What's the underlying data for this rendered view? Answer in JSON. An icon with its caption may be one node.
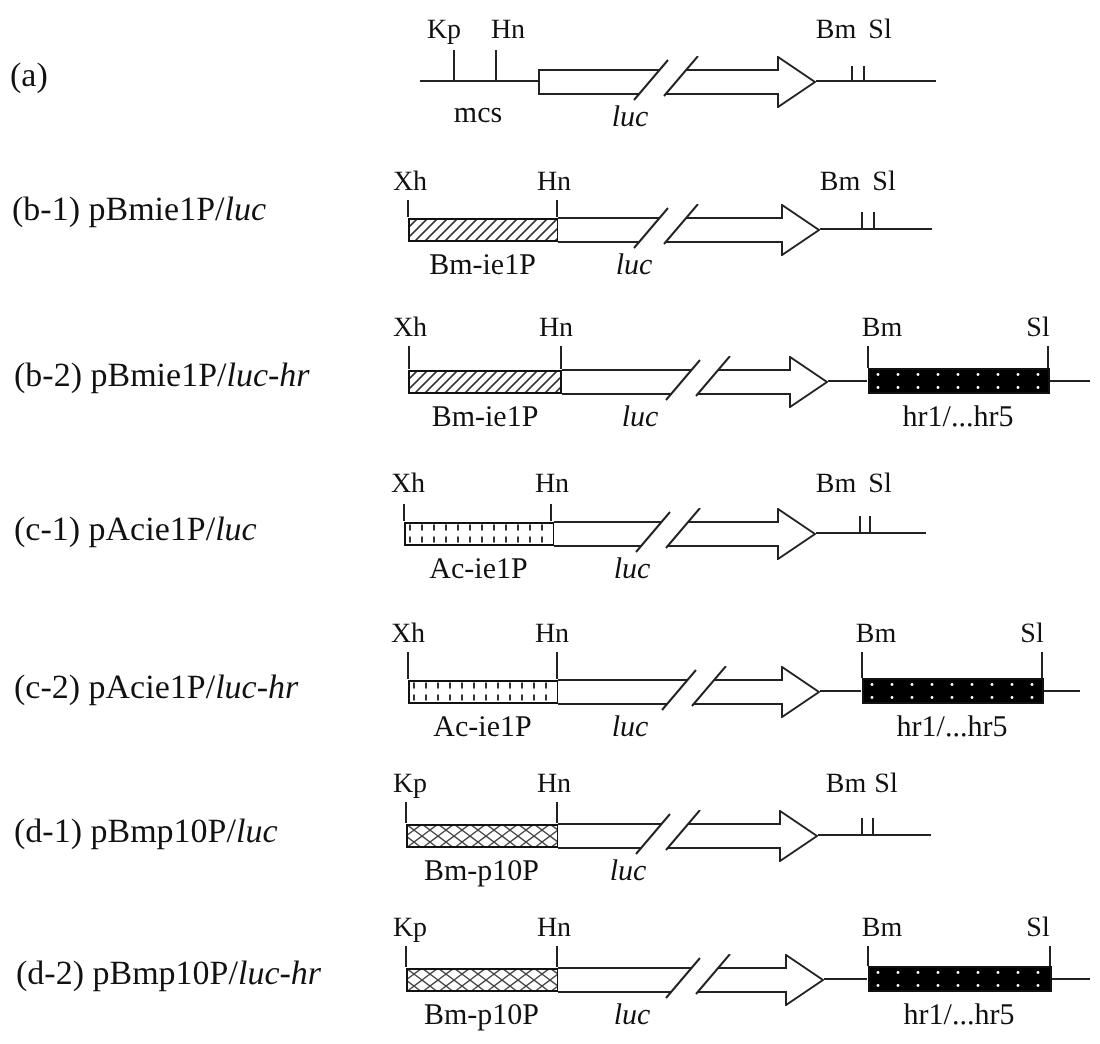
{
  "diagram": {
    "nodes": [
      {
        "text": [],
        "shape": "arrow",
        "beside": [
          "luc"
        ]
      },
      {
        "text": [],
        "shape": "box",
        "beside": [
          "Xh",
          "Hn",
          "Bm-ie1P"
        ]
      },
      {
        "text": [],
        "shape": "arrow",
        "beside": [
          "luc"
        ]
      },
      {
        "text": [],
        "shape": "box",
        "beside": [
          "Xh",
          "Hn",
          "Bm-ie1P"
        ]
      },
      {
        "text": [],
        "shape": "arrow",
        "beside": [
          "luc"
        ]
      },
      {
        "text": [],
        "shape": "box",
        "beside": [
          "Bm",
          "Sl",
          "hr1/...hr5"
        ]
      },
      {
        "text": [],
        "shape": "box",
        "beside": [
          "Xh",
          "Hn",
          "Ac-ie1P"
        ]
      },
      {
        "text": [],
        "shape": "arrow",
        "beside": [
          "luc"
        ]
      },
      {
        "text": [],
        "shape": "box",
        "beside": [
          "Xh",
          "Hn",
          "Ac-ie1P"
        ]
      },
      {
        "text": [],
        "shape": "arrow",
        "beside": [
          "luc"
        ]
      },
      {
        "text": [],
        "shape": "box",
        "beside": [
          "Bm",
          "Sl",
          "hr1/...hr5"
        ]
      },
      {
        "text": [],
        "shape": "box",
        "beside": [
          "Kp",
          "Hn",
          "Bm-p10P"
        ]
      },
      {
        "text": [],
        "shape": "arrow",
        "beside": [
          "luc"
        ]
      },
      {
        "text": [],
        "shape": "box",
        "beside": [
          "Kp",
          "Hn",
          "Bm-p10P"
        ]
      },
      {
        "text": [],
        "shape": "arrow",
        "beside": [
          "luc"
        ]
      },
      {
        "text": [],
        "shape": "box",
        "beside": [
          "Bm",
          "Sl",
          "hr1/...hr5"
        ]
      }
    ],
    "edges": [
      {
        "from": 4,
        "to": 5,
        "arrow": "none"
      },
      {
        "from": 9,
        "to": 10,
        "arrow": "none"
      },
      {
        "from": 14,
        "to": 15,
        "arrow": "none"
      }
    ],
    "labels": [
      "Kp",
      "Hn",
      "Bm",
      "Sl",
      "(a)",
      "mcs",
      "Bm",
      "Sl",
      "(b-1) pBmie1P/*luc*",
      "(b-2) pBmie1P/*luc-hr*",
      "Bm",
      "Sl",
      "(c-1) pAcie1P/*luc*",
      "(c-2) pAcie1P/*luc-hr*",
      "Bm",
      "Sl",
      "(d-1) pBmp10P/*luc*",
      "(d-2) pBmp10P/*luc-hr*"
    ]
  }
}
